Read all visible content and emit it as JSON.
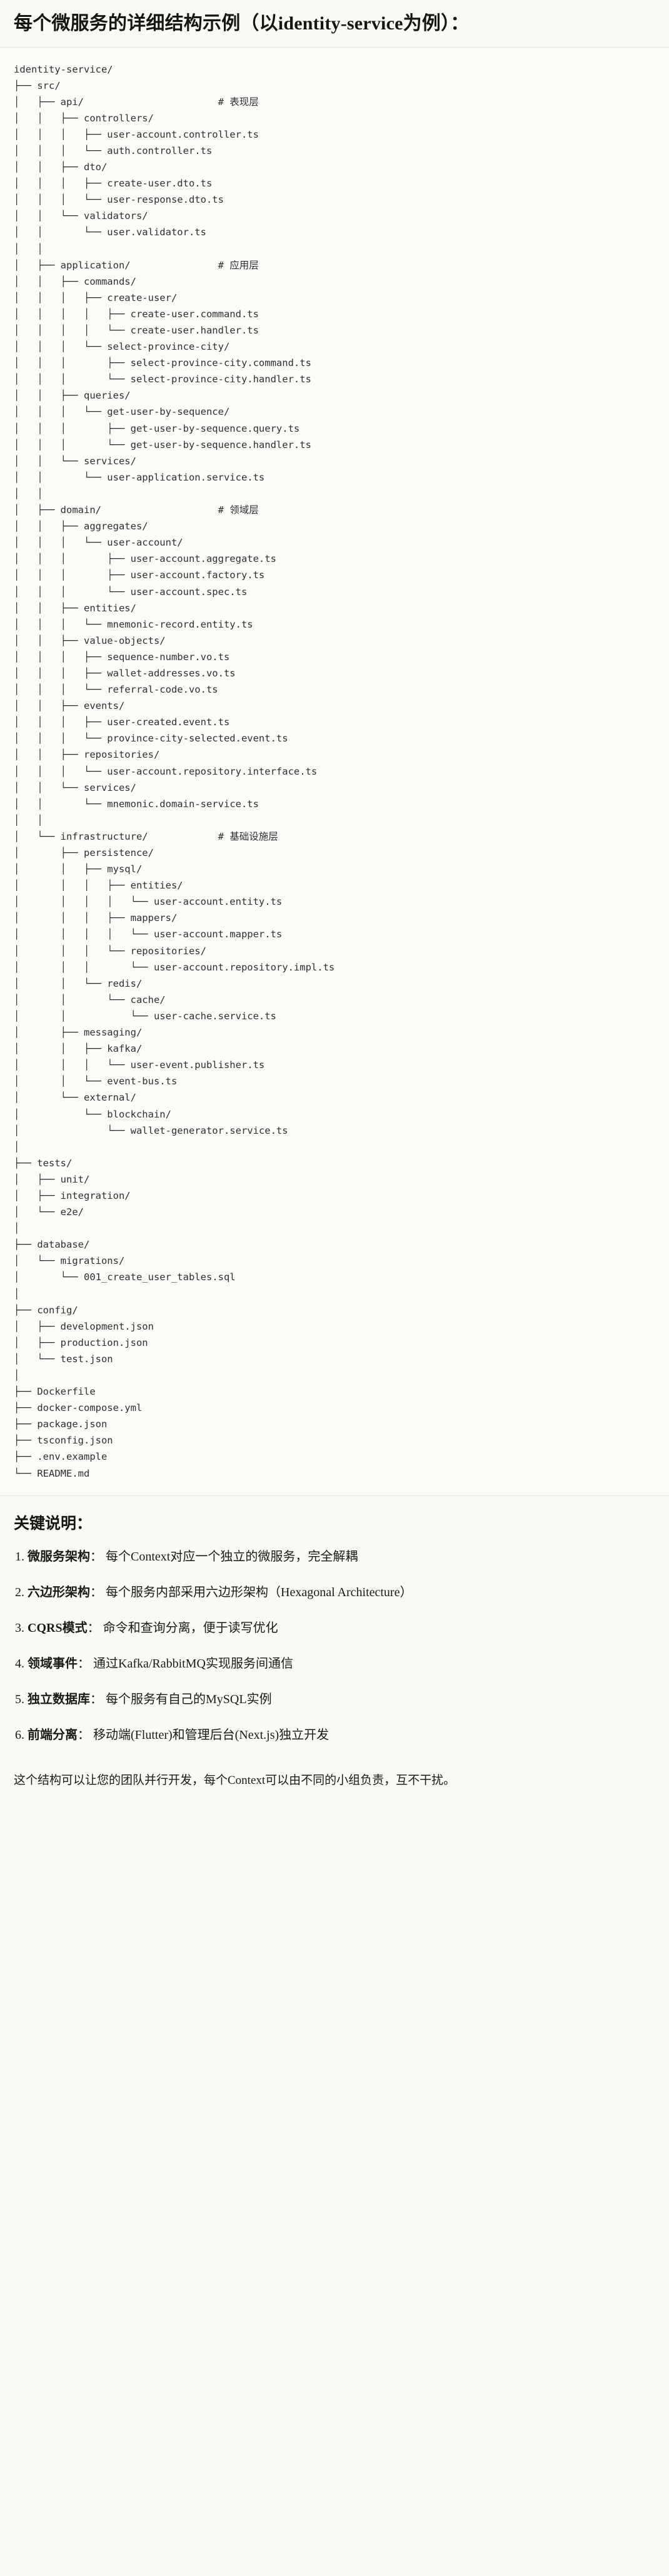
{
  "header": {
    "title": "每个微服务的详细结构示例（以identity-service为例）："
  },
  "tree": {
    "text": "identity-service/\n├── src/\n│   ├── api/                       # 表现层\n│   │   ├── controllers/\n│   │   │   ├── user-account.controller.ts\n│   │   │   └── auth.controller.ts\n│   │   ├── dto/\n│   │   │   ├── create-user.dto.ts\n│   │   │   └── user-response.dto.ts\n│   │   └── validators/\n│   │       └── user.validator.ts\n│   │\n│   ├── application/               # 应用层\n│   │   ├── commands/\n│   │   │   ├── create-user/\n│   │   │   │   ├── create-user.command.ts\n│   │   │   │   └── create-user.handler.ts\n│   │   │   └── select-province-city/\n│   │   │       ├── select-province-city.command.ts\n│   │   │       └── select-province-city.handler.ts\n│   │   ├── queries/\n│   │   │   └── get-user-by-sequence/\n│   │   │       ├── get-user-by-sequence.query.ts\n│   │   │       └── get-user-by-sequence.handler.ts\n│   │   └── services/\n│   │       └── user-application.service.ts\n│   │\n│   ├── domain/                    # 领域层\n│   │   ├── aggregates/\n│   │   │   └── user-account/\n│   │   │       ├── user-account.aggregate.ts\n│   │   │       ├── user-account.factory.ts\n│   │   │       └── user-account.spec.ts\n│   │   ├── entities/\n│   │   │   └── mnemonic-record.entity.ts\n│   │   ├── value-objects/\n│   │   │   ├── sequence-number.vo.ts\n│   │   │   ├── wallet-addresses.vo.ts\n│   │   │   └── referral-code.vo.ts\n│   │   ├── events/\n│   │   │   ├── user-created.event.ts\n│   │   │   └── province-city-selected.event.ts\n│   │   ├── repositories/\n│   │   │   └── user-account.repository.interface.ts\n│   │   └── services/\n│   │       └── mnemonic.domain-service.ts\n│   │\n│   └── infrastructure/            # 基础设施层\n│       ├── persistence/\n│       │   ├── mysql/\n│       │   │   ├── entities/\n│       │   │   │   └── user-account.entity.ts\n│       │   │   ├── mappers/\n│       │   │   │   └── user-account.mapper.ts\n│       │   │   └── repositories/\n│       │   │       └── user-account.repository.impl.ts\n│       │   └── redis/\n│       │       └── cache/\n│       │           └── user-cache.service.ts\n│       ├── messaging/\n│       │   ├── kafka/\n│       │   │   └── user-event.publisher.ts\n│       │   └── event-bus.ts\n│       └── external/\n│           └── blockchain/\n│               └── wallet-generator.service.ts\n│\n├── tests/\n│   ├── unit/\n│   ├── integration/\n│   └── e2e/\n│\n├── database/\n│   └── migrations/\n│       └── 001_create_user_tables.sql\n│\n├── config/\n│   ├── development.json\n│   ├── production.json\n│   └── test.json\n│\n├── Dockerfile\n├── docker-compose.yml\n├── package.json\n├── tsconfig.json\n├── .env.example\n└── README.md\n"
  },
  "notes": {
    "heading": "关键说明：",
    "items": [
      {
        "num": "1.",
        "term": "微服务架构",
        "sep": "：",
        "desc": "每个Context对应一个独立的微服务，完全解耦"
      },
      {
        "num": "2.",
        "term": "六边形架构",
        "sep": "：",
        "desc": "每个服务内部采用六边形架构（Hexagonal Architecture）"
      },
      {
        "num": "3.",
        "term": "CQRS模式",
        "sep": "：",
        "desc": "命令和查询分离，便于读写优化"
      },
      {
        "num": "4.",
        "term": "领域事件",
        "sep": "：",
        "desc": "通过Kafka/RabbitMQ实现服务间通信"
      },
      {
        "num": "5.",
        "term": "独立数据库",
        "sep": "：",
        "desc": "每个服务有自己的MySQL实例"
      },
      {
        "num": "6.",
        "term": "前端分离",
        "sep": "：",
        "desc": "移动端(Flutter)和管理后台(Next.js)独立开发"
      }
    ],
    "closing": "这个结构可以让您的团队并行开发，每个Context可以由不同的小组负责，互不干扰。"
  },
  "colors": {
    "page_bg": "#faf9f5",
    "code_bg": "#fcfbf8",
    "text": "#1a1a18",
    "code_text": "#2f2f33",
    "rule": "#e3e0d6"
  }
}
